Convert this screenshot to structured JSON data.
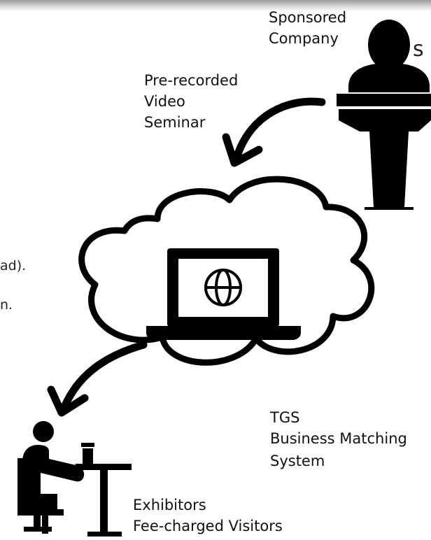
{
  "labels": {
    "sponsor": [
      "Sponsored",
      "Company"
    ],
    "seminar": [
      "Pre-recorded",
      "Video",
      "Seminar"
    ],
    "system": [
      "TGS",
      "Business Matching",
      "System"
    ],
    "audience": [
      "Exhibitors",
      "Fee-charged Visitors"
    ]
  },
  "cropped_text": {
    "s": "s",
    "ad": "ad).",
    "n": "n."
  },
  "icons": [
    "podium-speaker-icon",
    "cloud-icon",
    "laptop-icon",
    "globe-icon",
    "person-at-desk-icon",
    "arrow-icon"
  ]
}
